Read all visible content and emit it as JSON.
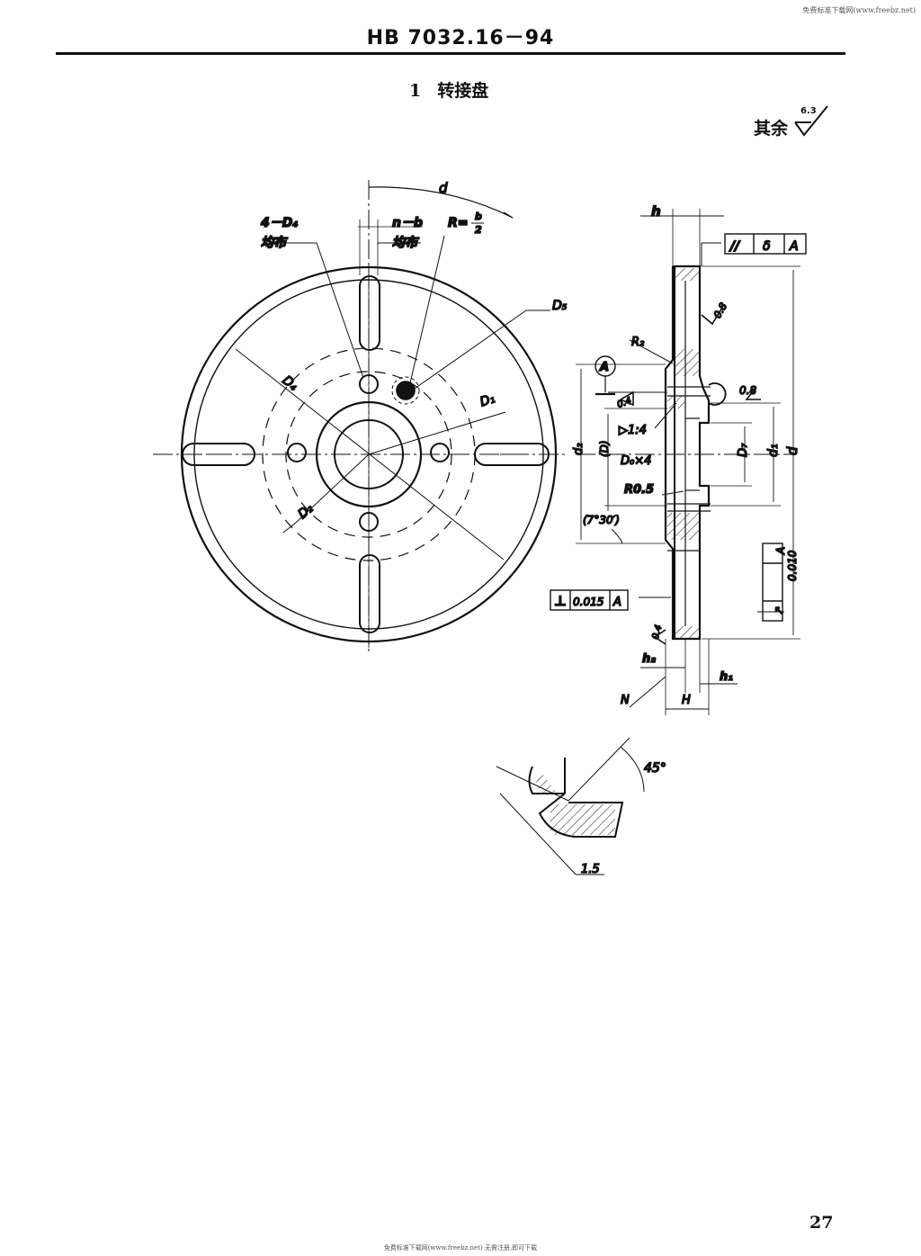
{
  "header": {
    "watermark_top": "免费标准下载网(www.freebz.net)",
    "standard_code": "HB 7032.16－94"
  },
  "section": {
    "number": "1",
    "title": "转接盘"
  },
  "roughness": {
    "label": "其余",
    "value": "6.3"
  },
  "drawing_labels": {
    "d_top": "d",
    "holes_4": "4－D₄",
    "holes_4_dist": "均布",
    "slots_n": "n－b",
    "slots_n_dist": "均布",
    "R_b2": "R=",
    "R_b2_num": "b",
    "R_b2_den": "2",
    "D5": "D₅",
    "D4": "D₄",
    "D1": "D₁",
    "D2": "D₂",
    "h": "h",
    "flatness_sym": "//",
    "flatness_val": "δ",
    "flatness_ref": "A",
    "rough_right_1": "0.8",
    "R2": "R₂",
    "datum_A": "A",
    "rough_left": "0.4",
    "rough_right_2": "0.8",
    "taper": "▷1:4",
    "d2": "d₂",
    "D_paren": "(D)",
    "D0x4": "D₀×4",
    "D7": "D₇",
    "d1": "d₁",
    "d_right": "d",
    "R05": "R0.5",
    "angle_7": "(7°30′)",
    "runout_sym": "↗",
    "runout_val": "0.010",
    "runout_ref": "A",
    "perp_sym": "⊥",
    "perp_val": "0.015",
    "perp_ref": "A",
    "rough_bottom": "0.4",
    "h2": "h₂",
    "h1": "h₁",
    "N": "N",
    "H": "H",
    "angle_45": "45°",
    "dim_15": "1.5"
  },
  "footer": {
    "page_number": "27",
    "watermark_bottom": "免费标准下载网(www.freebz.net) 无需注册,即可下载"
  }
}
